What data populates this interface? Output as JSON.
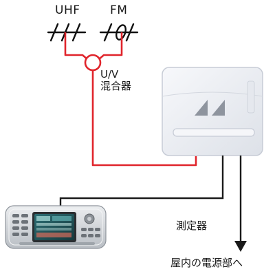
{
  "antennas": {
    "uhf_label": "UHF",
    "fm_label": "FM"
  },
  "mixer": {
    "label_line1": "U/V",
    "label_line2": "混合器",
    "icon": "mixer-circle-icon"
  },
  "booster": {
    "icon": "booster-box-icon"
  },
  "meter": {
    "label": "測定器",
    "icon": "handheld-meter-icon"
  },
  "power": {
    "label": "屋内の電源部へ",
    "icon": "arrow-down-icon"
  },
  "colors": {
    "signal_line": "#e0242b",
    "cable_line": "#1a1a1a",
    "antenna": "#111111",
    "box_fill": "#eef0f4",
    "box_edge": "#c7ccd6",
    "meter_body": "#d9dcdf"
  }
}
